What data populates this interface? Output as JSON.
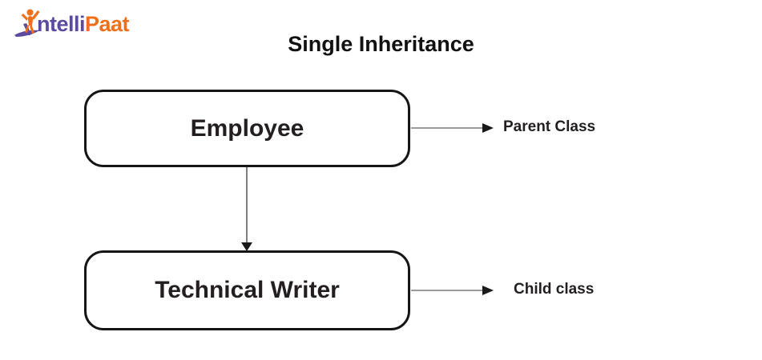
{
  "brand": {
    "name_part1": "ntelli",
    "name_part2": "Paat",
    "mark_icon": "surfer-figure-icon",
    "color_purple": "#5B4A9F",
    "color_orange": "#F0701A"
  },
  "diagram": {
    "title": "Single Inheritance",
    "nodes": [
      {
        "id": "parent",
        "label": "Employee"
      },
      {
        "id": "child",
        "label": "Technical Writer"
      }
    ],
    "annotations": [
      {
        "id": "parent",
        "label": "Parent Class"
      },
      {
        "id": "child",
        "label": "Child class"
      }
    ],
    "edges": [
      {
        "from": "parent",
        "to": "child",
        "style": "solid-arrow-down"
      },
      {
        "from": "parent",
        "to": "annotation-parent",
        "style": "solid-arrow-right"
      },
      {
        "from": "child",
        "to": "annotation-child",
        "style": "solid-arrow-right"
      }
    ],
    "box_border_color": "#151515",
    "text_color": "#231F20",
    "connector_color": "#6E6E6E",
    "background": "#FFFFFF"
  }
}
